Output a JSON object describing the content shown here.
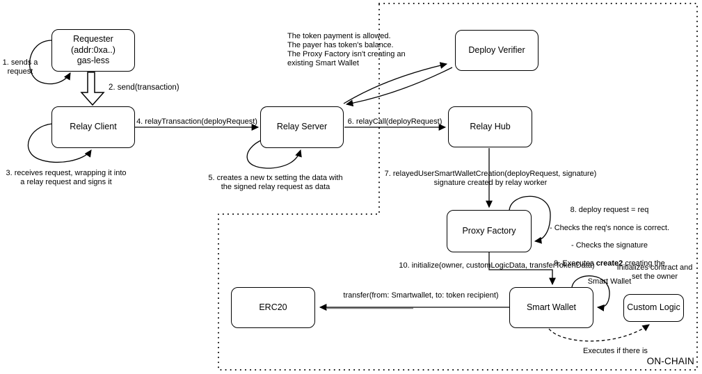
{
  "diagram": {
    "colors": {
      "stroke": "#000000",
      "background": "#ffffff"
    },
    "nodes": {
      "requester": "Requester\n(addr:0xa..)\ngas-less",
      "relay_client": "Relay Client",
      "relay_server": "Relay Server",
      "deploy_verifier": "Deploy Verifier",
      "relay_hub": "Relay Hub",
      "proxy_factory": "Proxy Factory",
      "smart_wallet": "Smart Wallet",
      "erc20": "ERC20",
      "custom_logic": "Custom Logic"
    },
    "labels": {
      "step1": "1. sends a\nrequest",
      "step2": "2. send(transaction)",
      "step3": "3. receives request, wrapping it into\na relay request and signs it",
      "step4": "4. relayTransaction(deployRequest)",
      "step5": "5. creates a new tx setting the data with\nthe signed relay request as data",
      "step6": "6. relayCall(deployRequest)",
      "step7": "7. relayedUserSmartWalletCreation(deployRequest, signature)\nsignature created by relay worker",
      "verifier_note": "The token payment is allowed.\nThe payer has token's balance.\nThe Proxy Factory isn't creating an\nexisting Smart Wallet",
      "step8_line1": "8. deploy request = req",
      "step8_line2": "- Checks the req's nonce is correct.",
      "step8_line3": "- Checks the signature",
      "step9_pre": "9. Executes ",
      "step9_bold": "create2",
      "step9_post": " creating the",
      "step9_line2": "Smart Wallet",
      "step10": "10. initialize(owner, customLogicData, transferTokenData)",
      "init_note": "Initializes contract and\nset the owner",
      "transfer": "transfer(from: Smartwallet, to: token recipient)",
      "exec_note": "Executes if there is",
      "on_chain": "ON-CHAIN"
    }
  }
}
